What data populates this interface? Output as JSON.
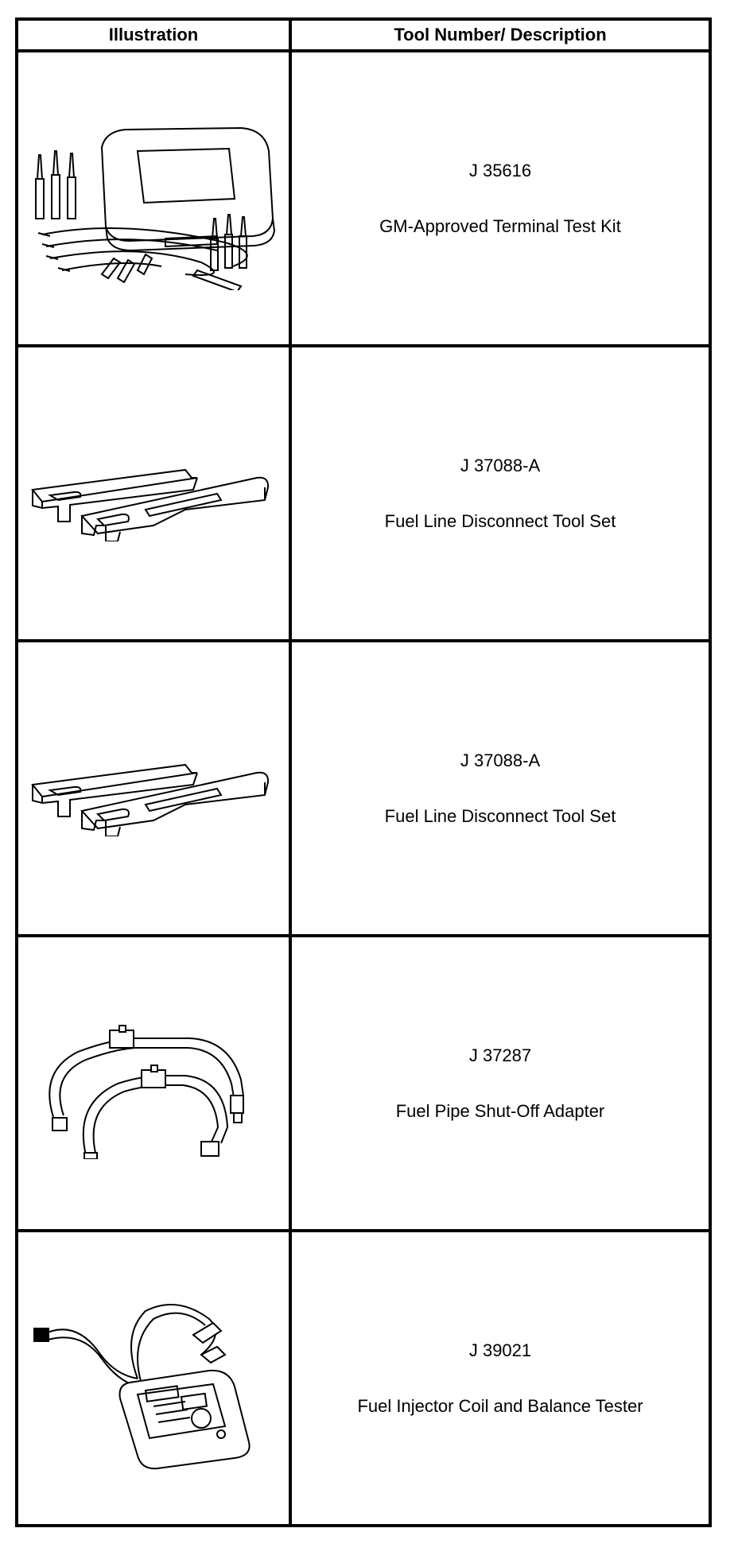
{
  "table": {
    "headers": {
      "illustration": "Illustration",
      "tool": "Tool Number/ Description"
    },
    "rows": [
      {
        "number": "J 35616",
        "description": "GM-Approved Terminal Test Kit",
        "icon": "terminal-test-kit-illustration"
      },
      {
        "number": "J 37088-A",
        "description": "Fuel Line Disconnect Tool Set",
        "icon": "fuel-line-disconnect-tool-illustration"
      },
      {
        "number": "J 37088-A",
        "description": "Fuel Line Disconnect Tool Set",
        "icon": "fuel-line-disconnect-tool-illustration"
      },
      {
        "number": "J 37287",
        "description": "Fuel Pipe Shut-Off Adapter",
        "icon": "fuel-pipe-shutoff-adapter-illustration"
      },
      {
        "number": "J 39021",
        "description": "Fuel Injector Coil and Balance Tester",
        "icon": "injector-tester-illustration"
      }
    ]
  }
}
